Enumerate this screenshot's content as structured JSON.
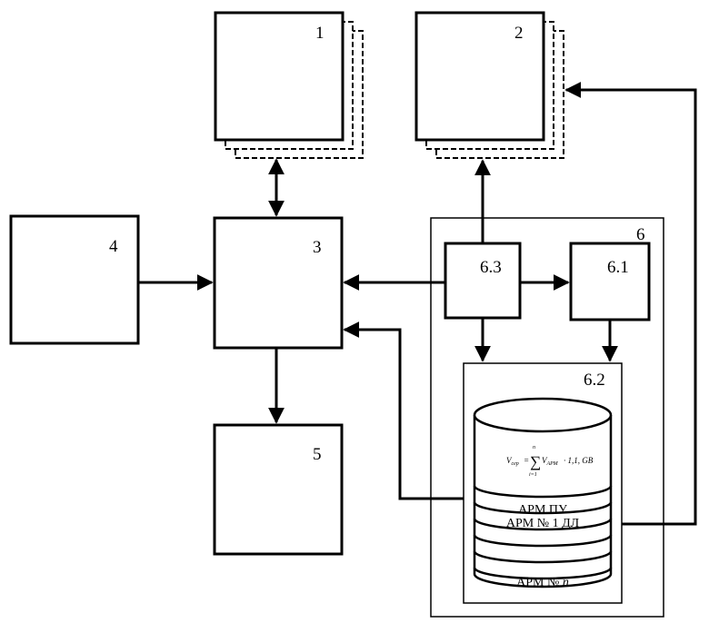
{
  "blocks": {
    "b1": "1",
    "b2": "2",
    "b3": "3",
    "b4": "4",
    "b5": "5",
    "b6": "6",
    "b61": "6.1",
    "b62": "6.2",
    "b63": "6.3"
  },
  "database": {
    "formula": {
      "lhs": "V",
      "lhs_sub": "сер",
      "equals": "=",
      "sum_top": "n",
      "sum_sign": "∑",
      "sum_bottom": "i=1",
      "term": "V",
      "term_sub": "АРМ",
      "rest": "· 1,1, GB"
    },
    "layers": [
      "АРМ ПУ",
      "АРМ № 1 ДЛ",
      "",
      "",
      ""
    ],
    "last_layer_prefix": "АРМ № ",
    "last_layer_var": "n"
  }
}
